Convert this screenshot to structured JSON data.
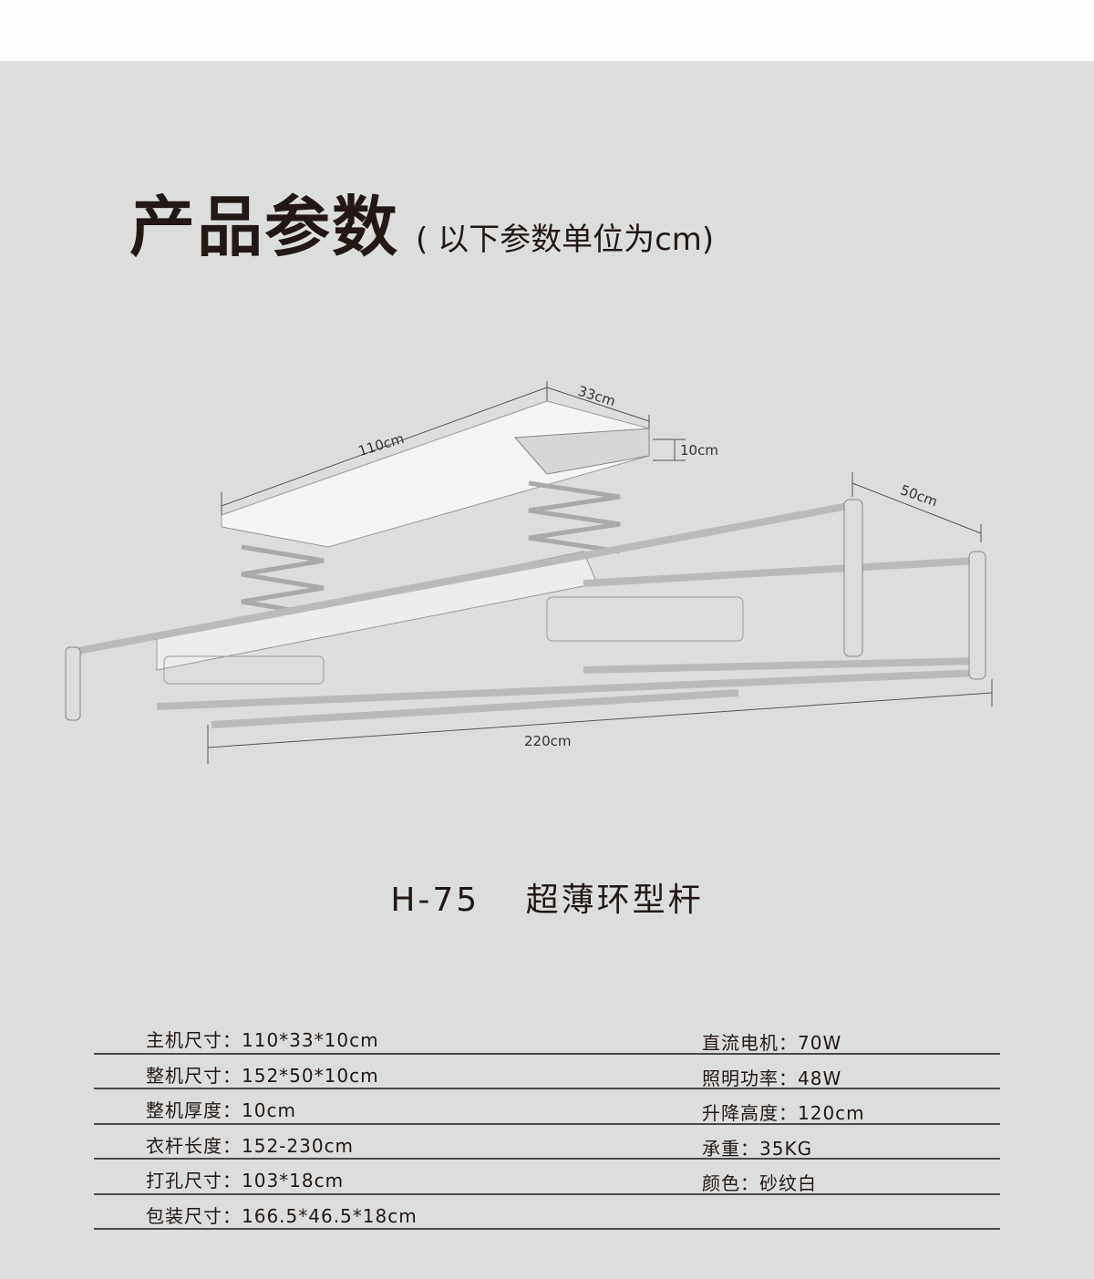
{
  "title": {
    "main": "产品参数",
    "sub": "( 以下参数单位为cm)"
  },
  "drawing": {
    "dimensions": {
      "length_main": "110cm",
      "width_main": "33cm",
      "height_main": "10cm",
      "width_total": "50cm",
      "length_total": "220cm"
    }
  },
  "model": {
    "code": "H-75",
    "name": "超薄环型杆"
  },
  "specs": {
    "rows": [
      {
        "left": "主机尺寸：110*33*10cm",
        "right": "直流电机：70W"
      },
      {
        "left": "整机尺寸：152*50*10cm",
        "right": "照明功率：48W"
      },
      {
        "left": "整机厚度：10cm",
        "right": "升降高度：120cm"
      },
      {
        "left": "衣杆长度：152-230cm",
        "right": "承重：35KG"
      },
      {
        "left": "打孔尺寸：103*18cm",
        "right": "颜色：砂纹白"
      },
      {
        "left": "包装尺寸：166.5*46.5*18cm",
        "right": ""
      }
    ]
  },
  "colors": {
    "background": "#dcdedd",
    "top_band": "#fefefe",
    "text": "#231815"
  }
}
